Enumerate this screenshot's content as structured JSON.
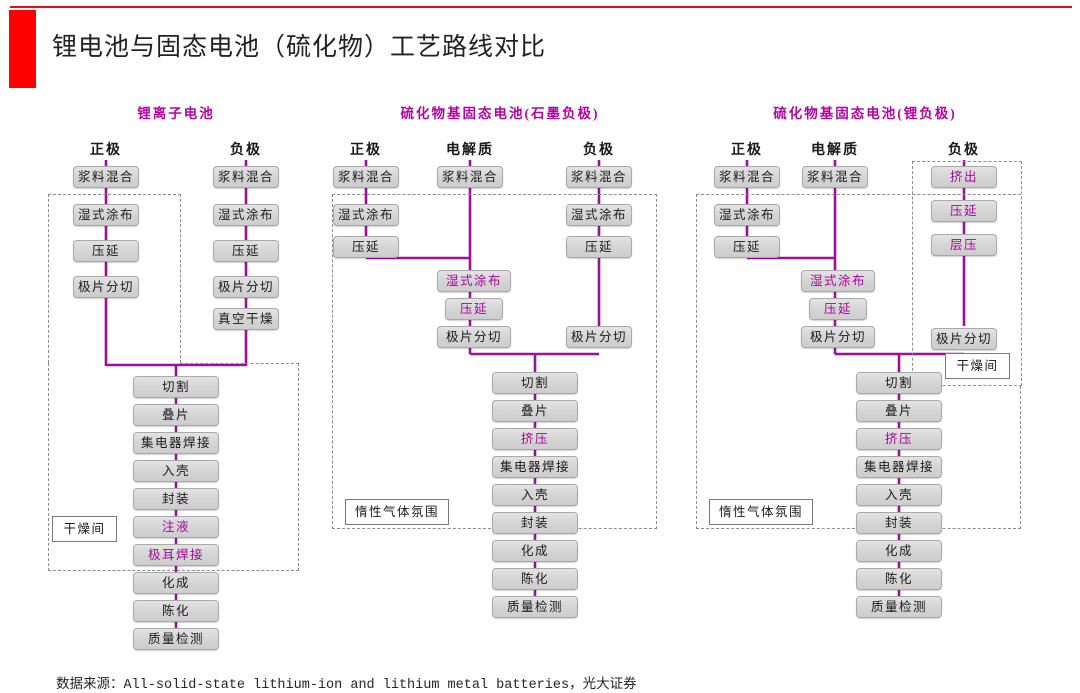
{
  "header": {
    "title": "锂电池与固态电池（硫化物）工艺路线对比",
    "accent_color": "#fd0100",
    "rule_color": "#e8100f"
  },
  "theme": {
    "highlight_color": "#a3069b",
    "wire_color": "#9c0f9c",
    "node_fill": "#d6d6d6",
    "node_border": "#a9a9a9",
    "dash_color": "#8d8d8d"
  },
  "columns": [
    {
      "id": "lithium-ion",
      "title": "锂离子电池",
      "lanes": [
        {
          "id": "cathode",
          "head": "正极",
          "nodes": [
            {
              "label": "浆料混合",
              "highlight": false
            },
            {
              "label": "湿式涂布",
              "highlight": false
            },
            {
              "label": "压延",
              "highlight": false
            },
            {
              "label": "极片分切",
              "highlight": false
            }
          ]
        },
        {
          "id": "anode",
          "head": "负极",
          "nodes": [
            {
              "label": "浆料混合",
              "highlight": false
            },
            {
              "label": "湿式涂布",
              "highlight": false
            },
            {
              "label": "压延",
              "highlight": false
            },
            {
              "label": "极片分切",
              "highlight": false
            },
            {
              "label": "真空干燥",
              "highlight": false
            }
          ]
        }
      ],
      "assembly": [
        {
          "label": "切割",
          "highlight": false
        },
        {
          "label": "叠片",
          "highlight": false
        },
        {
          "label": "集电器焊接",
          "highlight": false
        },
        {
          "label": "入壳",
          "highlight": false
        },
        {
          "label": "封装",
          "highlight": false
        },
        {
          "label": "注液",
          "highlight": true
        },
        {
          "label": "极耳焊接",
          "highlight": true
        },
        {
          "label": "化成",
          "highlight": false
        },
        {
          "label": "陈化",
          "highlight": false
        },
        {
          "label": "质量检测",
          "highlight": false
        }
      ],
      "room_tag": "干燥间"
    },
    {
      "id": "sulfide-graphite",
      "title": "硫化物基固态电池(石墨负极)",
      "lanes": [
        {
          "id": "cathode",
          "head": "正极",
          "nodes": [
            {
              "label": "浆料混合",
              "highlight": false
            },
            {
              "label": "湿式涂布",
              "highlight": false
            },
            {
              "label": "压延",
              "highlight": false
            }
          ]
        },
        {
          "id": "electrolyte",
          "head": "电解质",
          "nodes": [
            {
              "label": "浆料混合",
              "highlight": false
            },
            {
              "label": "湿式涂布",
              "highlight": true
            },
            {
              "label": "压延",
              "highlight": true
            },
            {
              "label": "极片分切",
              "highlight": false
            }
          ]
        },
        {
          "id": "anode",
          "head": "负极",
          "nodes": [
            {
              "label": "浆料混合",
              "highlight": false
            },
            {
              "label": "湿式涂布",
              "highlight": false
            },
            {
              "label": "压延",
              "highlight": false
            },
            {
              "label": "极片分切",
              "highlight": false
            }
          ]
        }
      ],
      "assembly": [
        {
          "label": "切割",
          "highlight": false
        },
        {
          "label": "叠片",
          "highlight": false
        },
        {
          "label": "挤压",
          "highlight": true
        },
        {
          "label": "集电器焊接",
          "highlight": false
        },
        {
          "label": "入壳",
          "highlight": false
        },
        {
          "label": "封装",
          "highlight": false
        },
        {
          "label": "化成",
          "highlight": false
        },
        {
          "label": "陈化",
          "highlight": false
        },
        {
          "label": "质量检测",
          "highlight": false
        }
      ],
      "room_tag": "惰性气体氛围"
    },
    {
      "id": "sulfide-lithium",
      "title": "硫化物基固态电池(锂负极)",
      "lanes": [
        {
          "id": "cathode",
          "head": "正极",
          "nodes": [
            {
              "label": "浆料混合",
              "highlight": false
            },
            {
              "label": "湿式涂布",
              "highlight": false
            },
            {
              "label": "压延",
              "highlight": false
            }
          ]
        },
        {
          "id": "electrolyte",
          "head": "电解质",
          "nodes": [
            {
              "label": "浆料混合",
              "highlight": false
            },
            {
              "label": "湿式涂布",
              "highlight": true
            },
            {
              "label": "压延",
              "highlight": true
            },
            {
              "label": "极片分切",
              "highlight": false
            }
          ]
        },
        {
          "id": "anode",
          "head": "负极",
          "nodes": [
            {
              "label": "挤出",
              "highlight": true
            },
            {
              "label": "压延",
              "highlight": true
            },
            {
              "label": "层压",
              "highlight": true
            },
            {
              "label": "极片分切",
              "highlight": false
            }
          ]
        }
      ],
      "assembly": [
        {
          "label": "切割",
          "highlight": false
        },
        {
          "label": "叠片",
          "highlight": false
        },
        {
          "label": "挤压",
          "highlight": true
        },
        {
          "label": "集电器焊接",
          "highlight": false
        },
        {
          "label": "入壳",
          "highlight": false
        },
        {
          "label": "封装",
          "highlight": false
        },
        {
          "label": "化成",
          "highlight": false
        },
        {
          "label": "陈化",
          "highlight": false
        },
        {
          "label": "质量检测",
          "highlight": false
        }
      ],
      "room_tag": "惰性气体氛围",
      "anode_room_tag": "干燥间"
    }
  ],
  "footnote": {
    "prefix": "数据来源：",
    "source": "All-solid-state lithium-ion and lithium metal batteries",
    "comma": "，",
    "publisher": "光大证券"
  }
}
